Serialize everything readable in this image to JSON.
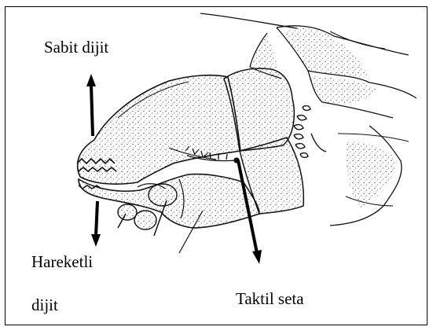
{
  "labels": {
    "fixed_digit": "Sabit dijit",
    "movable_digit_line1": "Hareketli",
    "movable_digit_line2": "dijit",
    "tactile_seta": "Taktil seta"
  },
  "colors": {
    "ink": "#000000",
    "stipple": "#2a2a2a",
    "background": "#ffffff"
  }
}
